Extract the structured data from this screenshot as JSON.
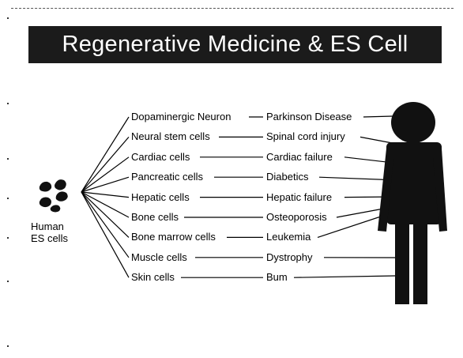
{
  "title": "Regenerative Medicine & ES Cell",
  "source": {
    "label_line1": "Human",
    "label_line2": "ES cells"
  },
  "rows": [
    {
      "cell": "Dopaminergic Neuron",
      "disease": "Parkinson Disease"
    },
    {
      "cell": "Neural stem cells",
      "disease": "Spinal cord injury"
    },
    {
      "cell": "Cardiac cells",
      "disease": "Cardiac failure"
    },
    {
      "cell": "Pancreatic cells",
      "disease": "Diabetics"
    },
    {
      "cell": "Hepatic cells",
      "disease": "Hepatic failure"
    },
    {
      "cell": "Bone cells",
      "disease": "Osteoporosis"
    },
    {
      "cell": "Bone marrow cells",
      "disease": "Leukemia"
    },
    {
      "cell": "Muscle cells",
      "disease": "Dystrophy"
    },
    {
      "cell": "Skin cells",
      "disease": "Bum"
    }
  ],
  "colors": {
    "title_background": "#1b1b1b",
    "title_text": "#ffffff",
    "body_silhouette": "#111111",
    "lines": "#000000"
  }
}
